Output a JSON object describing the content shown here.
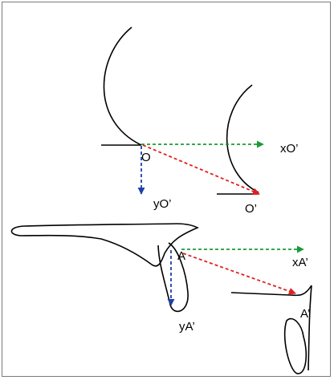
{
  "labels": {
    "origin": "O",
    "origin_prime": "O’",
    "x_origin": "xO’",
    "y_origin": "yO’",
    "point_a": "A",
    "point_a_prime": "A’",
    "x_a": "xA’",
    "y_a": "yA’"
  },
  "colors": {
    "outline": "#000000",
    "x_displacement": "#1a9a3a",
    "y_displacement": "#1f3fa8",
    "diagonal_displacement": "#e02020",
    "frame_border": "#7a7a7a"
  }
}
